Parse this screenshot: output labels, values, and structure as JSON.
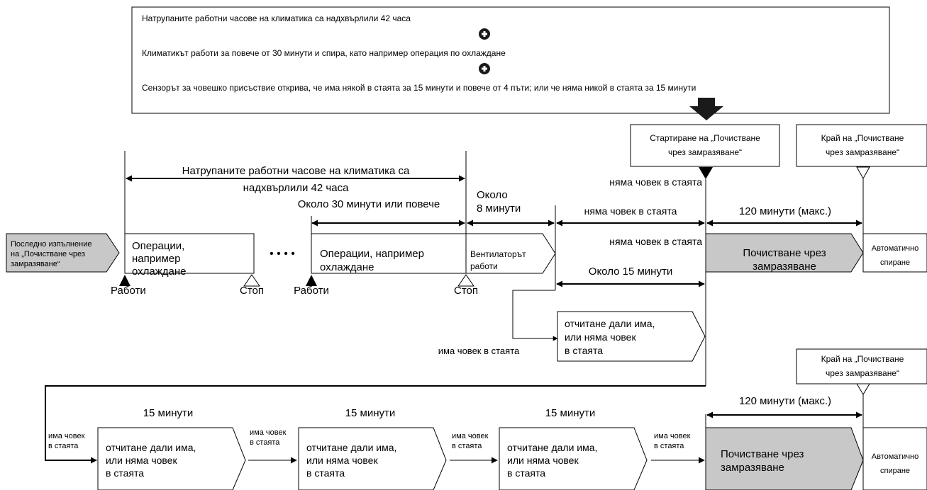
{
  "top_box": {
    "line1": "Натрупаните работни часове на климатика са надхвърлили 42 часа",
    "line2": "Климатикът работи за повече от 30 минути и спира, като например операция по охлаждане",
    "line3": "Сензорът за човешко присъствие открива, че има някой в стаята за 15 минути и повече от 4 пъти; или че няма никой в стаята за 15 минути"
  },
  "start_box": {
    "line1": "Стартиране на „Почистване",
    "line2": "чрез замразяване“"
  },
  "end_box_top": {
    "line1": "Край на „Почистване",
    "line2": "чрез замразяване“"
  },
  "end_box_bottom": {
    "line1": "Край на „Почистване",
    "line2": "чрез замразяване“"
  },
  "last_exec": {
    "line1": "Последно изпълнение",
    "line2": "на „Почистване чрез",
    "line3": "замразяване“"
  },
  "accumulated": {
    "line1": "Натрупаните работни часове на климатика са",
    "line2": "надхвърлили 42 часа"
  },
  "about_30": "Около 30 минути или повече",
  "about_8": {
    "line1": "Около",
    "line2": "8 минути"
  },
  "no_person_1": "няма човек в стаята",
  "no_person_2": "няма човек в стаята",
  "no_person_3": "няма човек в стаята",
  "max_120_top": "120 минути (макс.)",
  "max_120_bottom": "120 минути (макс.)",
  "about_15": "Около 15 минути",
  "op1": {
    "line1": "Операции,",
    "line2": "например",
    "line3": "охлаждане"
  },
  "op2": {
    "line1": "Операции, например",
    "line2": "охлаждане"
  },
  "fan": {
    "line1": "Вентилаторът",
    "line2": "работи"
  },
  "freeze": {
    "line1": "Почистване чрез",
    "line2": "замразяване"
  },
  "auto_stop": {
    "line1": "Автоматично",
    "line2": "спиране"
  },
  "dots": "• • • •",
  "run_label": "Работи",
  "stop_label": "Стоп",
  "count_box": {
    "line1": "отчитане дали има,",
    "line2": "или няма човек",
    "line3": "в стаята"
  },
  "person_present": "има човек в стаята",
  "person_present_small": {
    "line1": "има човек",
    "line2": "в стаята"
  },
  "minutes_15": "15 минути",
  "colors": {
    "shaded": "#c8c8c8",
    "arrow": "#1a1a1a",
    "line": "#000000"
  }
}
